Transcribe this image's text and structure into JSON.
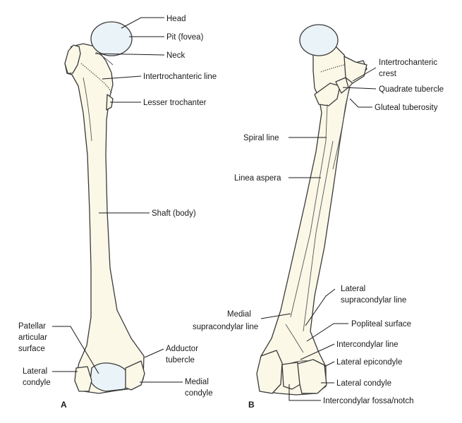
{
  "panels": {
    "a": "A",
    "b": "B"
  },
  "labels_a": {
    "head": "Head",
    "pit": "Pit (fovea)",
    "neck": "Neck",
    "intertrochanteric_line": "Intertrochanteric line",
    "lesser_trochanter": "Lesser trochanter",
    "shaft": "Shaft (body)",
    "patellar_1": "Patellar",
    "patellar_2": "articular",
    "patellar_3": "surface",
    "lateral_condyle_1": "Lateral",
    "lateral_condyle_2": "condyle",
    "adductor_1": "Adductor",
    "adductor_2": "tubercle",
    "medial_condyle_1": "Medial",
    "medial_condyle_2": "condyle"
  },
  "labels_b": {
    "intertrochanteric_crest_1": "Intertrochanteric",
    "intertrochanteric_crest_2": "crest",
    "quadrate_tubercle": "Quadrate tubercle",
    "gluteal_tuberosity": "Gluteal tuberosity",
    "spiral_line": "Spiral line",
    "linea_aspera": "Linea aspera",
    "lateral_supracondylar_1": "Lateral",
    "lateral_supracondylar_2": "supracondylar line",
    "medial_supracondylar_1": "Medial",
    "medial_supracondylar_2": "supracondylar line",
    "popliteal_surface": "Popliteal surface",
    "intercondylar_line": "Intercondylar line",
    "lateral_epicondyle": "Lateral epicondyle",
    "lateral_condyle": "Lateral condyle",
    "intercondylar_fossa": "Intercondylar fossa/notch"
  }
}
